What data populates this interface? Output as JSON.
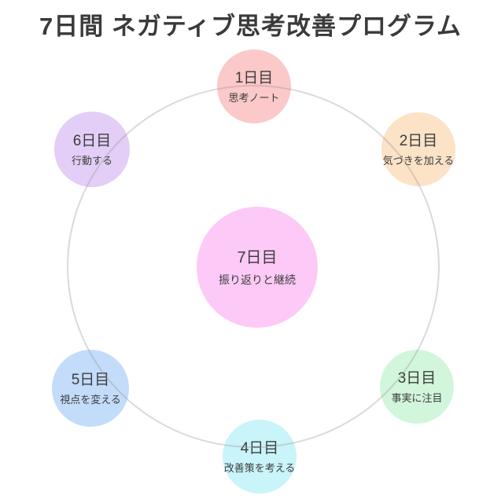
{
  "title": "7日間 ネガティブ思考改善プログラム",
  "colors": {
    "background": "#ffffff",
    "title": "#3a3a3a",
    "text": "#3d3d3d",
    "ring": "#dcdcdc"
  },
  "diagram": {
    "type": "cycle",
    "days": [
      {
        "day": "1日目",
        "label": "思考ノート",
        "color": "#fbc9c9"
      },
      {
        "day": "2日目",
        "label": "気づきを加える",
        "color": "#fce2c6"
      },
      {
        "day": "3日目",
        "label": "事実に注目",
        "color": "#d2f6dc"
      },
      {
        "day": "4日目",
        "label": "改善策を考える",
        "color": "#c9f4f9"
      },
      {
        "day": "5日目",
        "label": "視点を変える",
        "color": "#c2dcfa"
      },
      {
        "day": "6日目",
        "label": "行動する",
        "color": "#e2cef6"
      },
      {
        "day": "7日目",
        "label": "振り返りと継続",
        "color": "#fdc9f7"
      }
    ]
  }
}
